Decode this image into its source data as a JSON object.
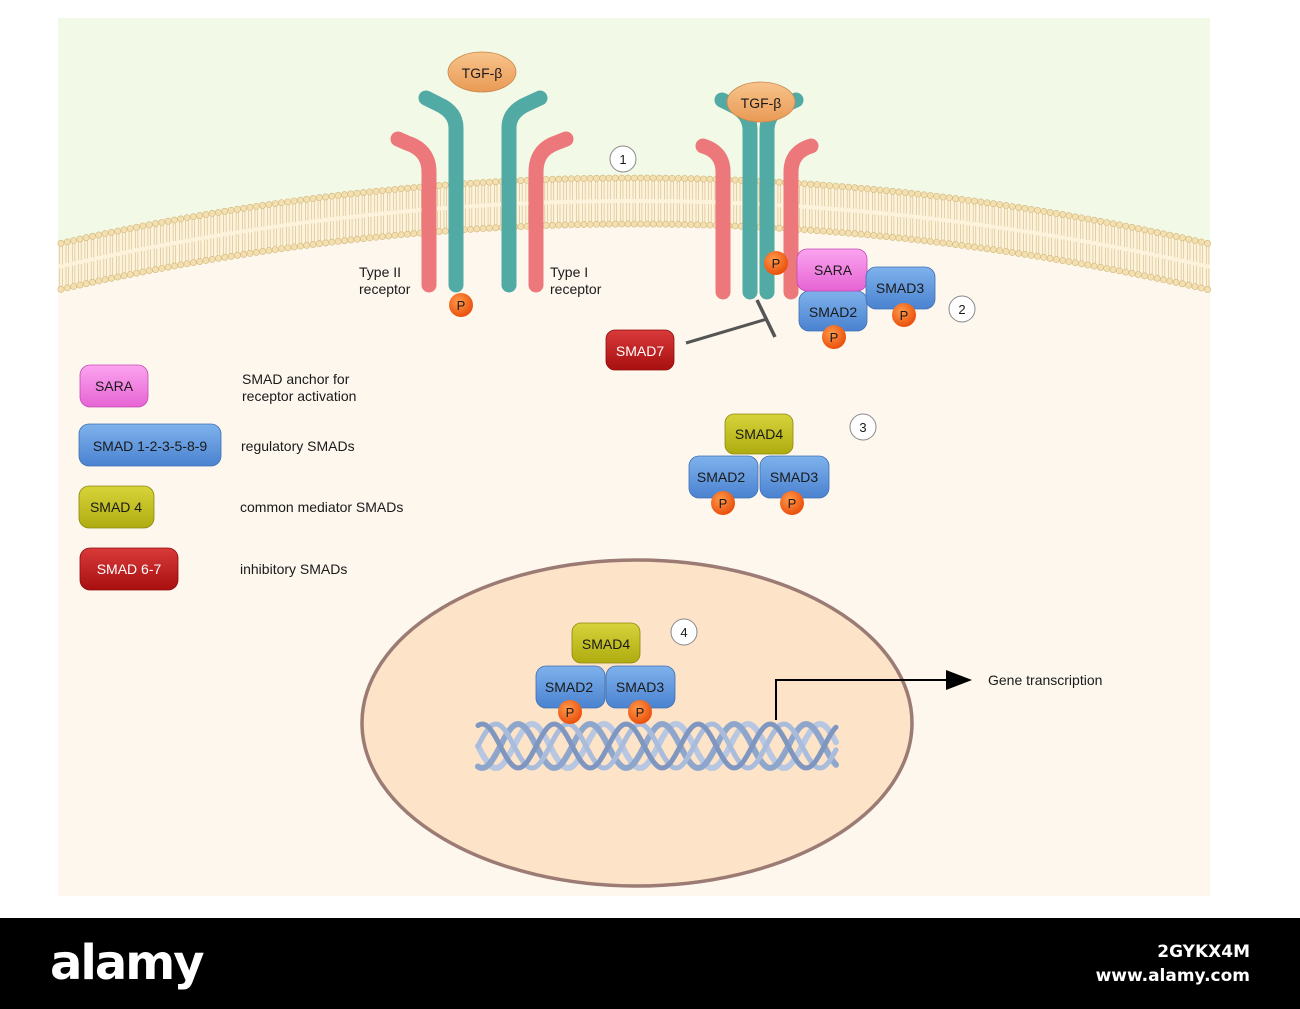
{
  "colors": {
    "extracellular": "#f2f9e6",
    "cytoplasm": "#fdf7ee",
    "nucleus_fill": "#fde3c8",
    "nucleus_border": "#9b7b74",
    "lipid_head": "#f3dfb0",
    "type2_receptor": "#ed787b",
    "type1_receptor": "#52aaa5",
    "tgf_beta": "#f1aa6b",
    "phosphate": "#f25b10",
    "sara": "#f17ee0",
    "regulatory_smad": "#5b96de",
    "smad4": "#c4c21a",
    "inhibitory_smad": "#c61a1a",
    "dna": "#9cb2d4",
    "footer": "#000000"
  },
  "labels": {
    "tgf_beta": "TGF-β",
    "phosphate": "P",
    "type2_receptor": "Type II receptor",
    "type1_receptor": "Type I receptor",
    "sara": "SARA",
    "smad2": "SMAD2",
    "smad3": "SMAD3",
    "smad4": "SMAD4",
    "smad7": "SMAD7",
    "gene_transcription": "Gene transcription"
  },
  "steps": [
    "1",
    "2",
    "3",
    "4"
  ],
  "legend": [
    {
      "key": "SARA",
      "description": "SMAD anchor for receptor activation",
      "color": "sara"
    },
    {
      "key": "SMAD 1-2-3-5-8-9",
      "description": "regulatory SMADs",
      "color": "regulatory_smad"
    },
    {
      "key": "SMAD 4",
      "description": "common mediator SMADs",
      "color": "smad4"
    },
    {
      "key": "SMAD 6-7",
      "description": "inhibitory SMADs",
      "color": "inhibitory_smad"
    }
  ],
  "footer": {
    "logo": "alamy",
    "image_id": "2GYKX4M",
    "site": "www.alamy.com"
  }
}
